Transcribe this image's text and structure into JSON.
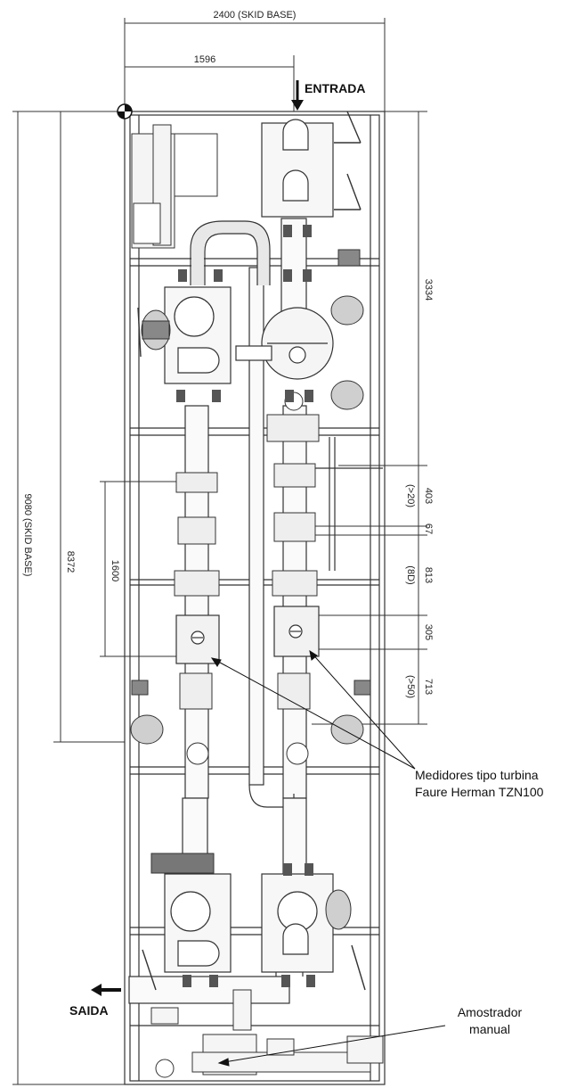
{
  "dimensions": {
    "skid_width": "2400 (SKID BASE)",
    "inlet_offset": "1596",
    "skid_length": "9080 (SKID BASE)",
    "overall_length": "8372",
    "upper_section": "3334",
    "upstream_run": "1600",
    "seg_403": "403",
    "seg_403_note": "(>20)",
    "seg_67": "67",
    "seg_813": "813",
    "seg_813_note": "(8D)",
    "seg_305": "305",
    "seg_713": "713",
    "seg_713_note": "(>50)"
  },
  "labels": {
    "inlet": "ENTRADA",
    "outlet": "SAIDA",
    "meters_line1": "Medidores tipo turbina",
    "meters_line2": "Faure Herman TZN100",
    "sampler_line1": "Amostrador",
    "sampler_line2": "manual"
  },
  "colors": {
    "line": "#333333",
    "fill": "#f4f4f4",
    "text": "#111111"
  }
}
